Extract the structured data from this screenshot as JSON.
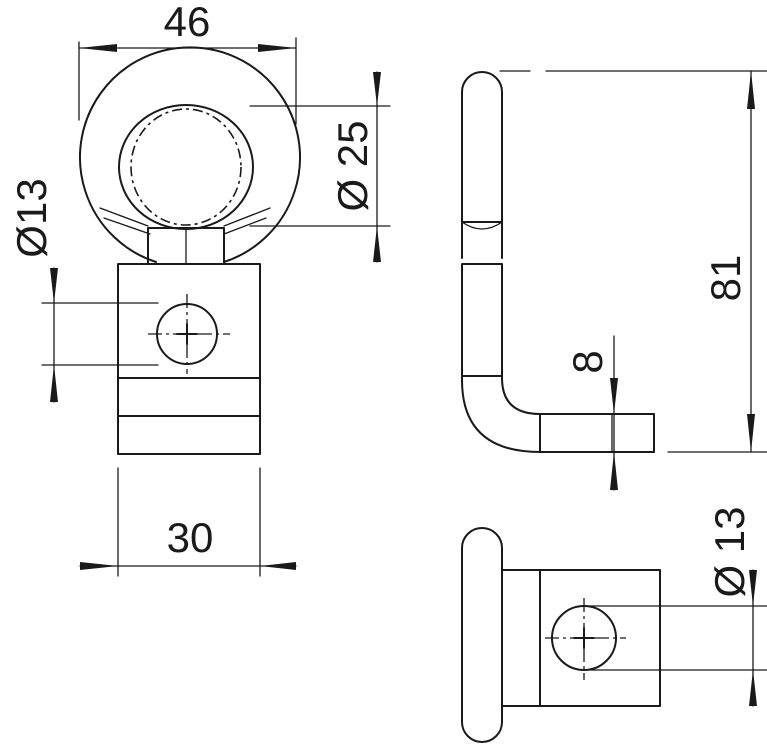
{
  "dimensions": {
    "top_width": "46",
    "ring_diameter": "Ø 25",
    "hole_diameter_left": "Ø13",
    "base_width": "30",
    "overall_height": "81",
    "plate_thickness": "8",
    "hole_diameter_bottom": "Ø 13"
  }
}
